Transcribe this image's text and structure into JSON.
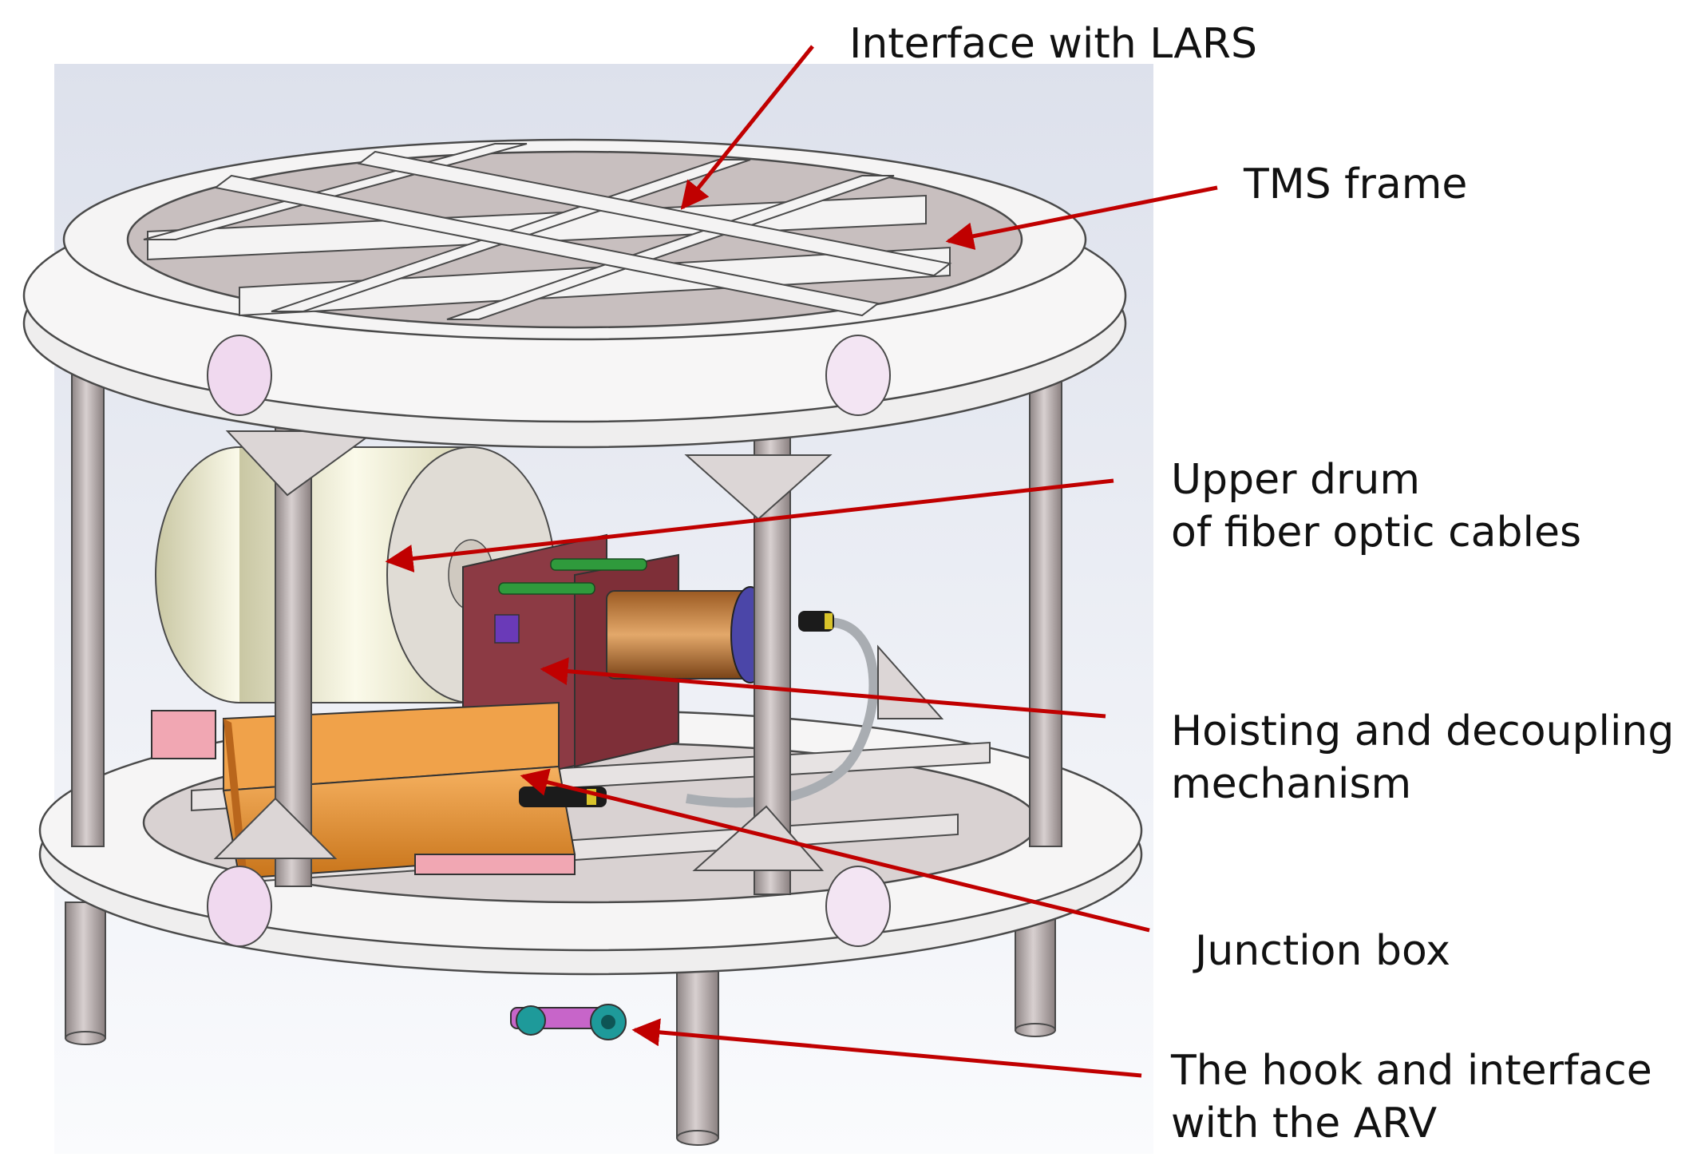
{
  "figure": {
    "labels": {
      "lars": "Interface with LARS",
      "tms_frame": "TMS frame",
      "drum": "Upper drum\nof fiber optic cables",
      "hoisting": "Hoisting and decoupling\nmechanism",
      "junction": "Junction box",
      "hook": "The hook and interface\nwith the ARV"
    },
    "colors": {
      "arrow": "#c00000",
      "frame": "#ecebeb",
      "frame_edge": "#4a4a4a",
      "strut": "#b9b0b0",
      "drum": "#f2f0d8",
      "junction_box": "#e8962a",
      "mechanism_plate": "#8c3a44",
      "background_panel": "#eef0f6"
    }
  }
}
